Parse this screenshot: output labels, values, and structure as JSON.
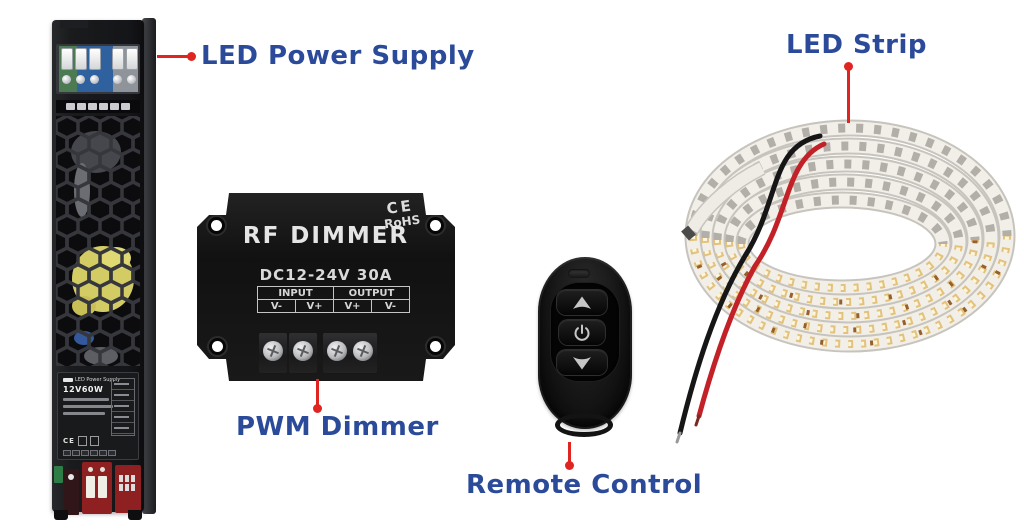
{
  "page": {
    "background": "#ffffff"
  },
  "colors": {
    "label_blue": "#2b4b9a",
    "arrow_red": "#e02420",
    "led_chip": "#e2c27c"
  },
  "labels": {
    "power_supply": "LED Power Supply",
    "strip": "LED Strip",
    "dimmer": "PWM Dimmer",
    "remote": "Remote Control"
  },
  "devices": {
    "power_supply": {
      "rating": "12V60W",
      "brand_line": "LED Power Supply"
    },
    "dimmer": {
      "title": "RF DIMMER",
      "subtitle": "DC12-24V 30A",
      "cert_ce": "CE",
      "cert_rohs": "RoHS",
      "table": {
        "headers": [
          "INPUT",
          "OUTPUT"
        ],
        "cells": [
          "V-",
          "V+",
          "V+",
          "V-"
        ]
      }
    },
    "remote": {
      "buttons": [
        "brightness-up",
        "power",
        "brightness-down"
      ]
    }
  }
}
